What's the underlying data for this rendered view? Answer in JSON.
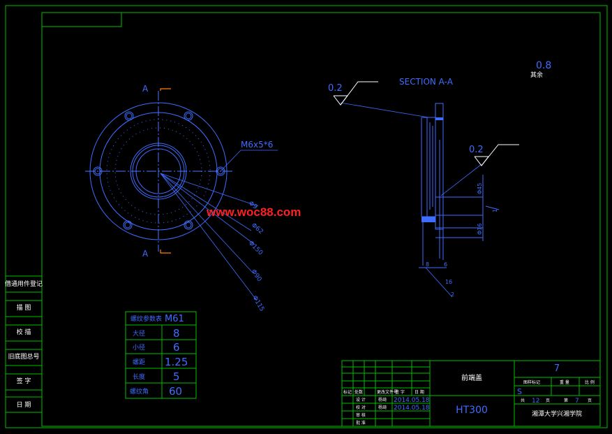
{
  "colors": {
    "background": "#000000",
    "frame": "#00c000",
    "geometry": "#3f6dff",
    "centerline": "#4a7aff",
    "section_mark": "#ff8000",
    "watermark": "#ff2020",
    "text": "#ffffff",
    "spec_text": "#3050ff"
  },
  "watermark": "www.woc88.com",
  "left_column": {
    "labels": [
      "借通用件登记",
      "描 图",
      "校 描",
      "旧底图总号",
      "签 字",
      "日 期"
    ]
  },
  "front_view": {
    "section_label_top": "A",
    "section_label_bottom": "A",
    "thread_callout": "M6x5*6",
    "dimension_labels": [
      "Φ9",
      "Φ62",
      "Φ150",
      "Φ90",
      "Φ115"
    ]
  },
  "section_view": {
    "title": "SECTION A-A",
    "roughness_left": "0.2",
    "roughness_right": "0.2",
    "remaining_roughness_value": "0.8",
    "remaining_roughness_label": "其余",
    "dimension_labels": [
      "Φ45",
      "1",
      "Φ16"
    ],
    "bottom_labels": [
      "8",
      "6",
      "16",
      "2"
    ]
  },
  "thread_table": {
    "header": "螺纹参数表",
    "header_value": "M61",
    "rows": [
      {
        "label": "大径",
        "value": "8"
      },
      {
        "label": "小径",
        "value": "6"
      },
      {
        "label": "螺距",
        "value": "1.25"
      },
      {
        "label": "长度",
        "value": "5"
      },
      {
        "label": "螺纹角",
        "value": "60"
      }
    ]
  },
  "title_block": {
    "part_name": "前端盖",
    "material": "HT300",
    "drawing_number": "7",
    "header_cols": [
      "标记",
      "处数",
      "更改文件号",
      "签 字",
      "日 期"
    ],
    "rows": [
      {
        "role": "设 计",
        "name": "杨琦",
        "date": "2014.05.18"
      },
      {
        "role": "校 对",
        "name": "杨琦",
        "date": "2014.05.18"
      },
      {
        "role": "审 核",
        "name": "",
        "date": ""
      },
      {
        "role": "批 准",
        "name": "",
        "date": ""
      }
    ],
    "stage_labels": [
      "图样标记",
      "重 量",
      "比 例"
    ],
    "stage_mark": "S",
    "sheet_total_prefix": "共",
    "sheet_total": "12",
    "sheet_total_suffix": "页",
    "sheet_current_prefix": "第",
    "sheet_current": "7",
    "sheet_current_suffix": "页",
    "organization": "湘潭大学兴湘学院"
  }
}
